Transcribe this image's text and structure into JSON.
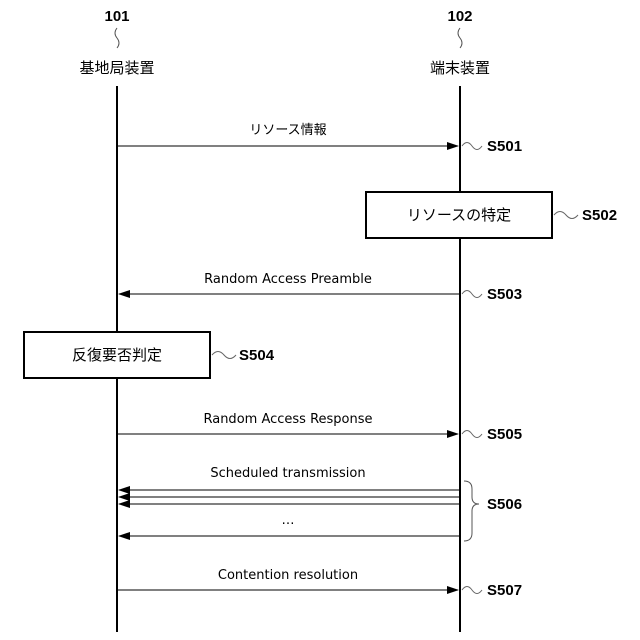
{
  "entities": [
    {
      "ref": "101",
      "name": "基地局装置"
    },
    {
      "ref": "102",
      "name": "端末装置"
    }
  ],
  "messages": [
    {
      "label": "リソース情報",
      "step": "S501",
      "direction": "101->102"
    },
    {
      "label": "Random Access Preamble",
      "step": "S503",
      "direction": "102->101"
    },
    {
      "label": "Random Access Response",
      "step": "S505",
      "direction": "101->102"
    },
    {
      "label": "Scheduled transmission",
      "step": "S506",
      "direction": "102->101",
      "ellipsis": "…"
    },
    {
      "label": "Contention resolution",
      "step": "S507",
      "direction": "101->102"
    }
  ],
  "processes": [
    {
      "label": "リソースの特定",
      "step": "S502",
      "entity": "102"
    },
    {
      "label": "反復要否判定",
      "step": "S504",
      "entity": "101"
    }
  ],
  "colors": {
    "line": "#000000",
    "background": "#ffffff"
  }
}
